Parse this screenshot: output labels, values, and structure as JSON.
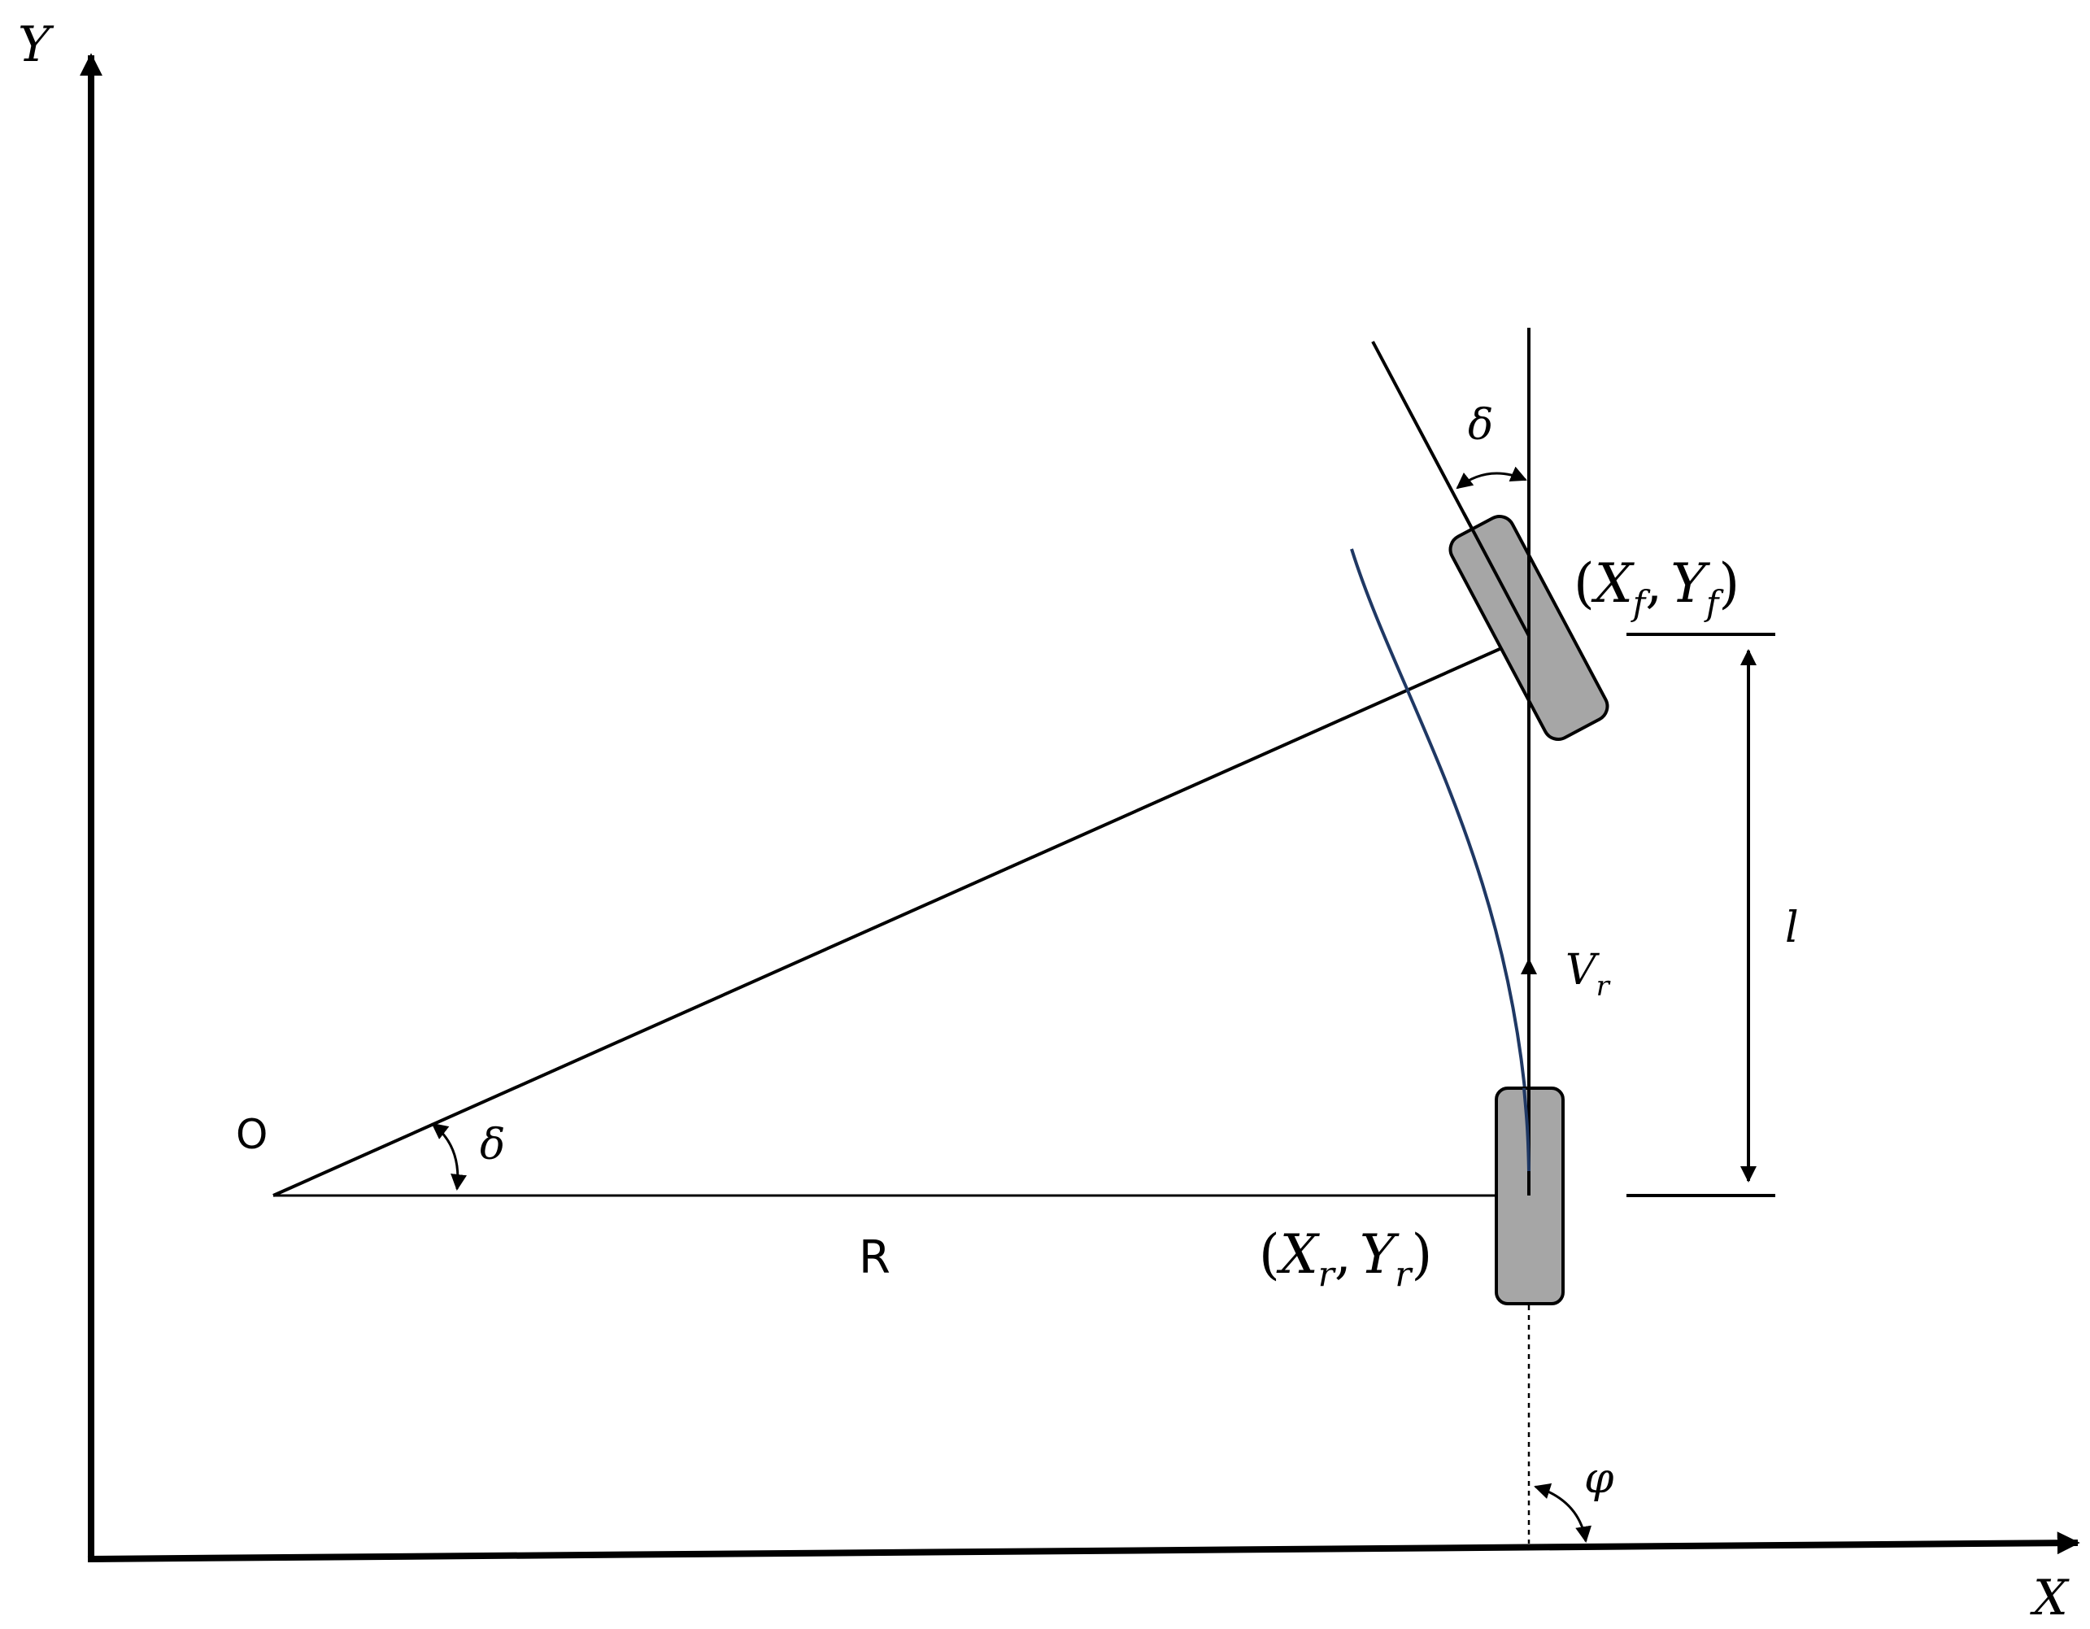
{
  "axes": {
    "x_label": "X",
    "y_label": "Y"
  },
  "labels": {
    "origin": "O",
    "radius": "R",
    "steer_angle_top": "δ",
    "steer_angle_origin": "δ",
    "front_point": {
      "open": "(",
      "x": "X",
      "x_sub": "f",
      "comma": ",",
      "y": "Y",
      "y_sub": "f",
      "close": ")"
    },
    "rear_point": {
      "open": "(",
      "x": "X",
      "x_sub": "r",
      "comma": ",",
      "y": "Y",
      "y_sub": "r",
      "close": ")"
    },
    "velocity": {
      "main": "V",
      "sub": "r"
    },
    "wheelbase": "l",
    "heading": "φ"
  },
  "colors": {
    "line": "#000000",
    "wheel_fill": "#a6a6a6",
    "trajectory": "#1f3864"
  }
}
